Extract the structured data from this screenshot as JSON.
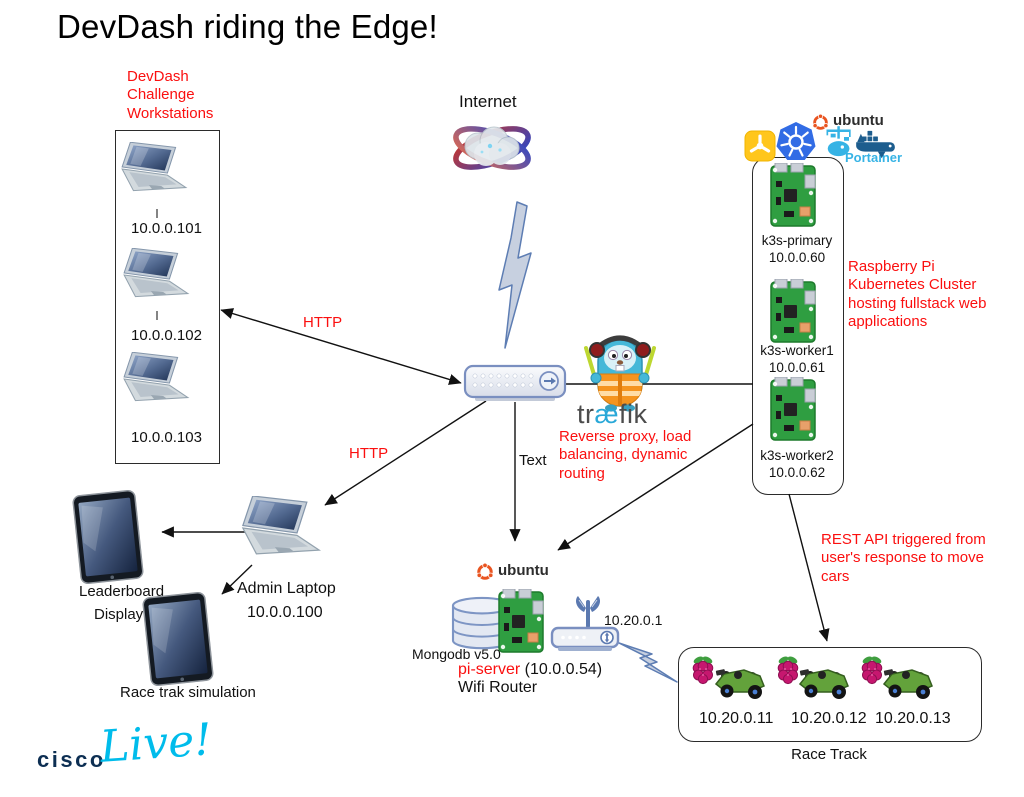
{
  "title": "DevDash riding the Edge!",
  "notes": {
    "workstations": "DevDash\nChallenge\nWorkstations",
    "traefik": "Reverse proxy, load\nbalancing, dynamic\nrouting",
    "cluster": "Raspberry Pi\nKubernetes Cluster\nhosting fullstack web\napplications",
    "rest_api": "REST API triggered from\nuser's response to move\ncars"
  },
  "labels": {
    "internet": "Internet",
    "http_workstations": "HTTP",
    "http_admin": "HTTP",
    "text": "Text",
    "admin_name": "Admin Laptop",
    "admin_ip": "10.0.0.100",
    "leaderboard_line1": "Leaderboard",
    "leaderboard_line2": "Display",
    "race_sim": "Race trak simulation",
    "mongodb": "Mongodb v5.0",
    "pi_server_name": "pi-server",
    "pi_server_ip": " (10.0.0.54)",
    "pi_server_role": "Wifi Router",
    "wifi_ip": "10.20.0.1",
    "race_track": "Race Track"
  },
  "workstations": [
    "10.0.0.101",
    "10.0.0.102",
    "10.0.0.103"
  ],
  "cluster": {
    "nodes": [
      {
        "name": "k3s-primary",
        "ip": "10.0.0.60"
      },
      {
        "name": "k3s-worker1",
        "ip": "10.0.0.61"
      },
      {
        "name": "k3s-worker2",
        "ip": "10.0.0.62"
      }
    ]
  },
  "race_cars": [
    "10.20.0.11",
    "10.20.0.12",
    "10.20.0.13"
  ],
  "traefik_logo": {
    "part1": "tr",
    "part2": "æ",
    "part3": "fik"
  },
  "tech_logos": {
    "ubuntu_top": "ubuntu",
    "portainer": "Portainer",
    "ubuntu_pi": "ubuntu"
  },
  "footer": {
    "brand": "cisco",
    "live": "Live!"
  },
  "colors": {
    "note_red": "#fb0f0f",
    "traefik_blue": "#29a8d8",
    "portainer_blue": "#36b3e5",
    "ubuntu_orange": "#e95420",
    "kubernetes_blue": "#326ce5",
    "k3s_yellow": "#ffc61c",
    "cisco_navy": "#0d2f53",
    "cisco_blue": "#00bceb",
    "pi_green": "#2f9e41",
    "raspberry_pink": "#c6176f"
  }
}
